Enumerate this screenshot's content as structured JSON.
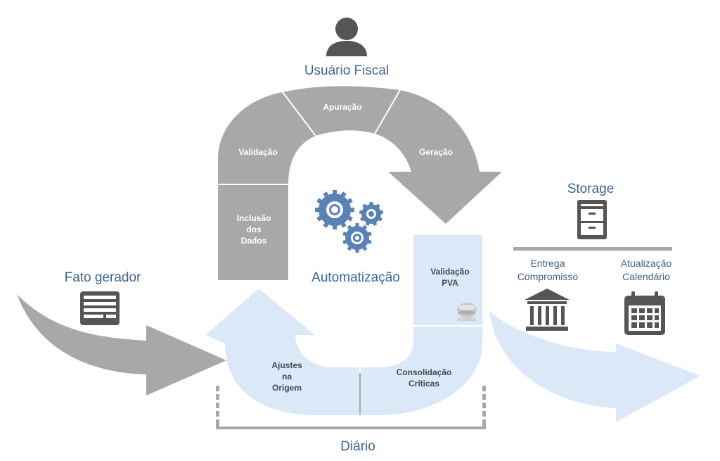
{
  "labels": {
    "user": "Usuário Fiscal",
    "fato_gerador": "Fato gerador",
    "automatizacao": "Automatização",
    "storage": "Storage",
    "diario": "Diário"
  },
  "top_arc": {
    "validacao": "Validação",
    "apuracao": "Apuração",
    "geracao": "Geração",
    "inclusao": [
      "Inclusão",
      "dos",
      "Dados"
    ]
  },
  "bottom_arc": {
    "validacao_pva": [
      "Validação",
      "PVA"
    ],
    "consolidacao": [
      "Consolidação",
      "Críticas"
    ],
    "ajustes": [
      "Ajustes",
      "na",
      "Origem"
    ]
  },
  "storage_items": {
    "entrega": [
      "Entrega",
      "Compromisso"
    ],
    "atualizacao": [
      "Atualização",
      "Calendário"
    ]
  },
  "colors": {
    "gray": "#a8a8a8",
    "light_blue": "#dbe8f7",
    "blue_text": "#3f6596",
    "gear": "#5a82b7",
    "icon": "#555555"
  },
  "icons": [
    "person-icon",
    "form-icon",
    "gears-icon",
    "cabinet-icon",
    "bank-icon",
    "calendar-icon",
    "pva-logo-icon"
  ]
}
